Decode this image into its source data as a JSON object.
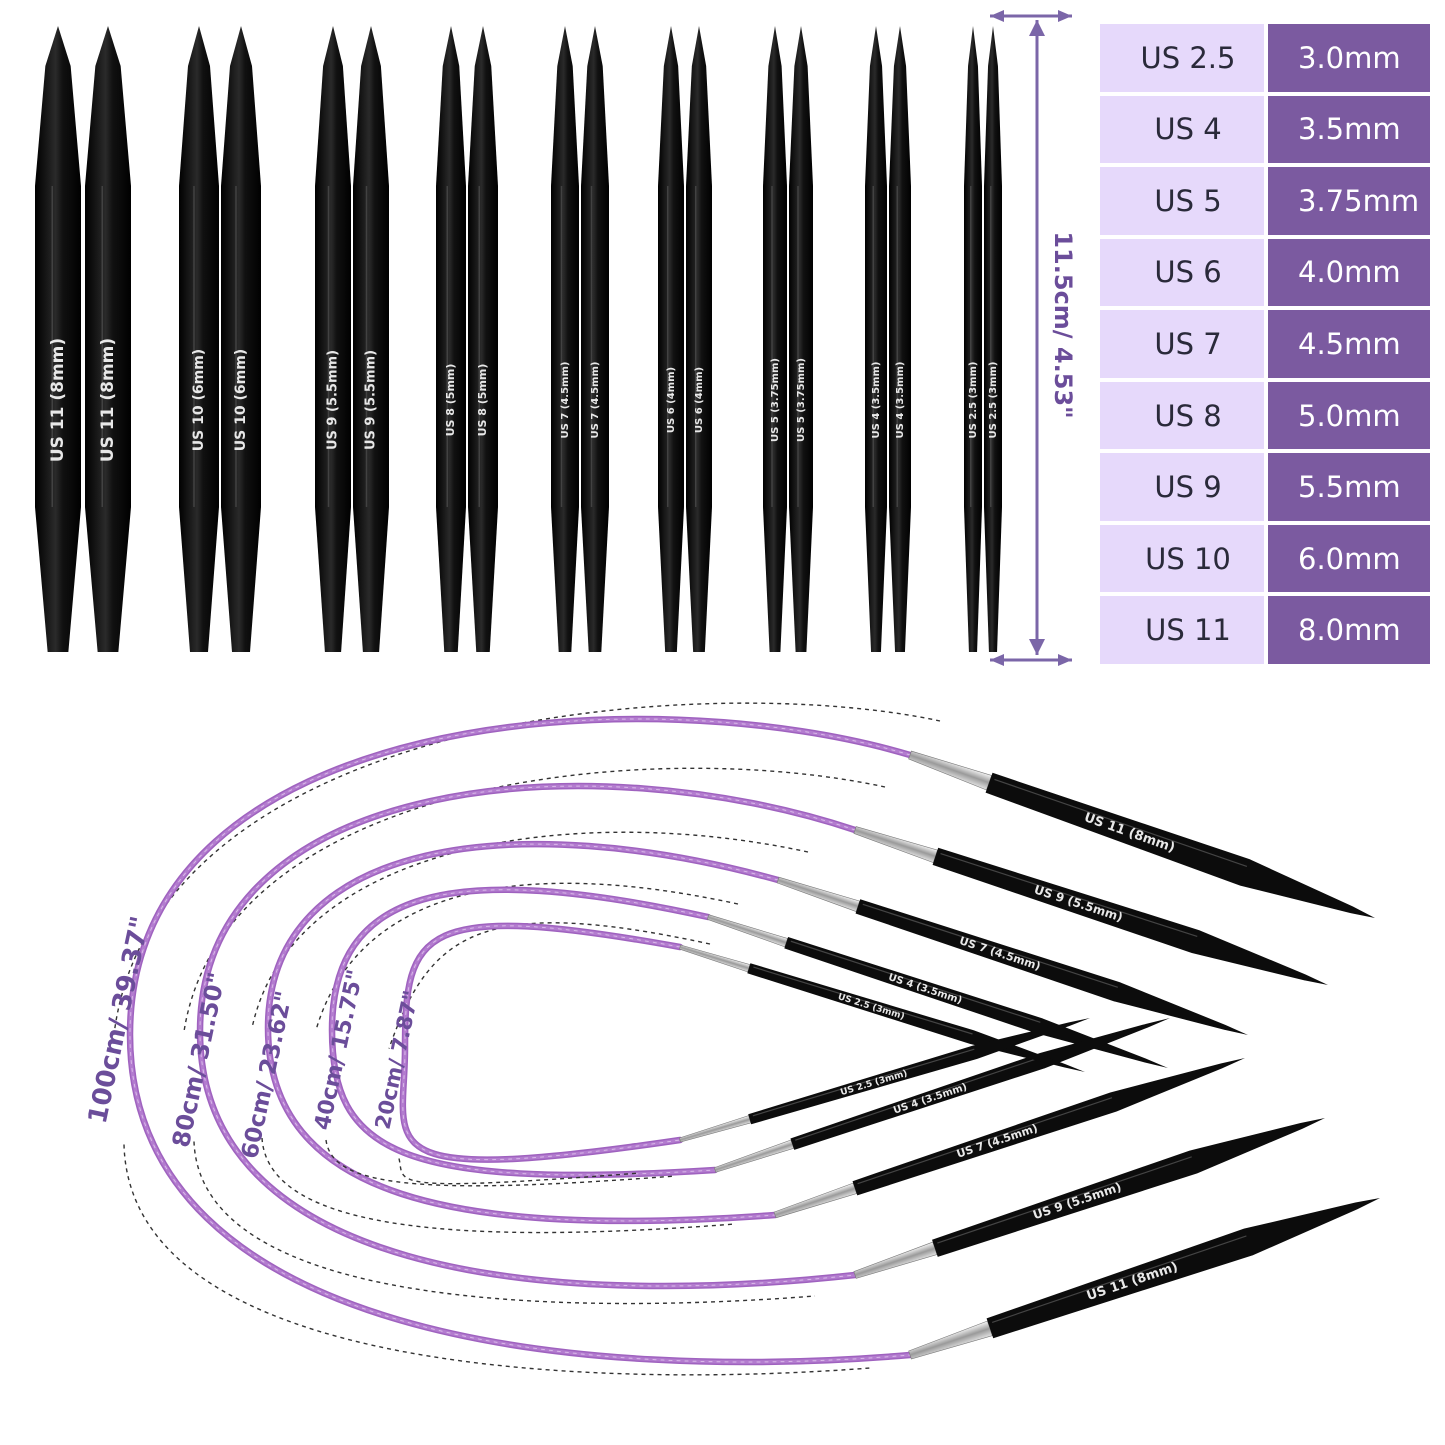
{
  "colors": {
    "us_cell": "#e6d9fb",
    "mm_cell": "#7b5aa0",
    "cable": "#b57fd0",
    "dimension": "#7b66a8",
    "needle": "#0c0c0c"
  },
  "needle_tips": [
    {
      "label": "US 11 (8mm)"
    },
    {
      "label": "US 10 (6mm)"
    },
    {
      "label": "US 9 (5.5mm)"
    },
    {
      "label": "US 8 (5mm)"
    },
    {
      "label": "US 7 (4.5mm)"
    },
    {
      "label": "US 6 (4mm)"
    },
    {
      "label": "US 5 (3.75mm)"
    },
    {
      "label": "US 4 (3.5mm)"
    },
    {
      "label": "US 2.5 (3mm)"
    }
  ],
  "tip_length_label": "11.5cm/ 4.53\"",
  "size_table": [
    {
      "us": "US 2.5",
      "mm": "3.0mm"
    },
    {
      "us": "US 4",
      "mm": "3.5mm"
    },
    {
      "us": "US 5",
      "mm": "3.75mm"
    },
    {
      "us": "US 6",
      "mm": "4.0mm"
    },
    {
      "us": "US 7",
      "mm": "4.5mm"
    },
    {
      "us": "US 8",
      "mm": "5.0mm"
    },
    {
      "us": "US 9",
      "mm": "5.5mm"
    },
    {
      "us": "US 10",
      "mm": "6.0mm"
    },
    {
      "us": "US 11",
      "mm": "8.0mm"
    }
  ],
  "cables": [
    {
      "length_label": "100cm/ 39.37\"",
      "needle_label": "US 11 (8mm)"
    },
    {
      "length_label": "80cm/ 31.50\"",
      "needle_label": "US 9 (5.5mm)"
    },
    {
      "length_label": "60cm/ 23.62\"",
      "needle_label": "US 7 (4.5mm)"
    },
    {
      "length_label": "40cm/ 15.75\"",
      "needle_label": "US 4 (3.5mm)"
    },
    {
      "length_label": "20cm/ 7.87\"",
      "needle_label": "US 2.5 (3mm)"
    }
  ]
}
